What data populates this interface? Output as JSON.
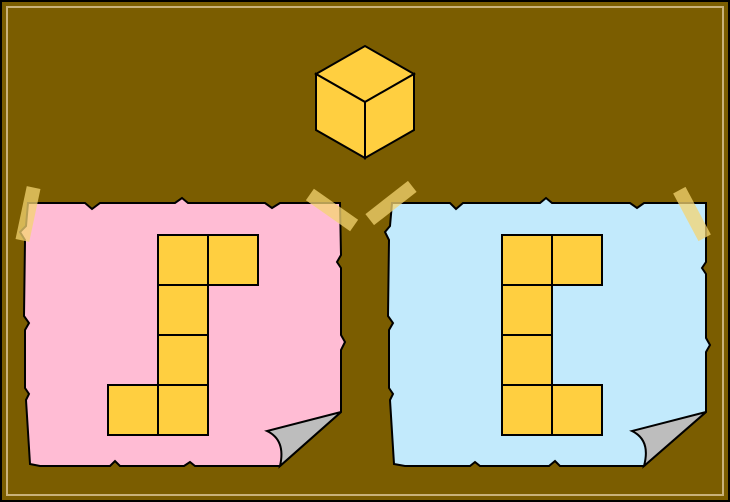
{
  "colors": {
    "board": "#7b5d00",
    "board_frame": "#c9b27a",
    "cube_face": "#ffcf40",
    "outline": "#000000",
    "tape": "#f5d572",
    "curl": "#bdbdbd",
    "left_paper": "#ffbcd4",
    "right_paper": "#c2eafc"
  },
  "cube": {
    "icon": "cube-icon"
  },
  "nets": [
    {
      "id": "left",
      "paper_color": "#ffbcd4",
      "cells": [
        [
          1,
          0
        ],
        [
          2,
          0
        ],
        [
          1,
          1
        ],
        [
          1,
          2
        ],
        [
          0,
          3
        ],
        [
          1,
          3
        ]
      ]
    },
    {
      "id": "right",
      "paper_color": "#c2eafc",
      "cells": [
        [
          0,
          0
        ],
        [
          1,
          0
        ],
        [
          0,
          1
        ],
        [
          0,
          2
        ],
        [
          0,
          3
        ],
        [
          1,
          3
        ]
      ]
    }
  ]
}
